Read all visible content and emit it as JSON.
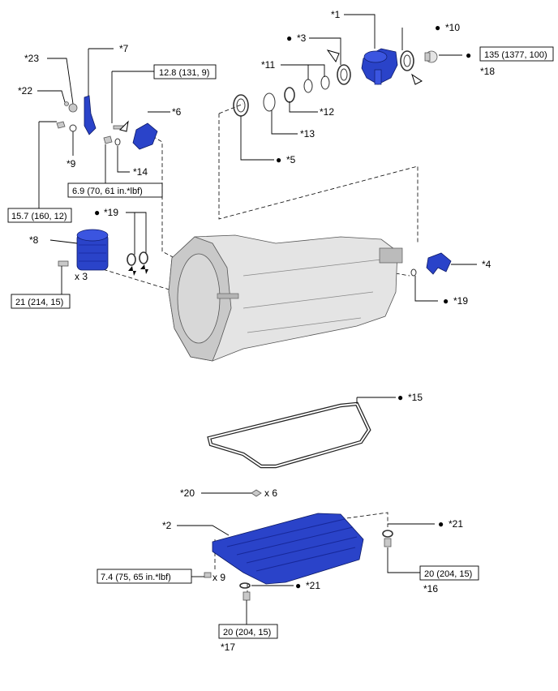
{
  "parts": {
    "p1": "*1",
    "p2": "*2",
    "p3": "*3",
    "p4": "*4",
    "p5": "*5",
    "p6": "*6",
    "p7": "*7",
    "p8": "*8",
    "p9": "*9",
    "p10": "*10",
    "p11": "*11",
    "p12": "*12",
    "p13": "*13",
    "p14": "*14",
    "p15": "*15",
    "p16": "*16",
    "p17": "*17",
    "p18": "*18",
    "p19a": "*19",
    "p19b": "*19",
    "p20": "*20",
    "p21a": "*21",
    "p21b": "*21",
    "p22": "*22",
    "p23": "*23"
  },
  "bullet": "●",
  "torques": {
    "t_12_8": "12.8 (131, 9)",
    "t_135": "135 (1377, 100)",
    "t_6_9": "6.9 (70, 61 in.*lbf)",
    "t_15_7": "15.7 (160, 12)",
    "t_21": "21 (214, 15)",
    "t_7_4": "7.4 (75, 65 in.*lbf)",
    "t_20a": "20 (204, 15)",
    "t_20b": "20 (204, 15)"
  },
  "quantities": {
    "x3": "x 3",
    "x6": "x 6",
    "x9": "x 9"
  },
  "colors": {
    "part_blue": "#2a43c9",
    "housing_grey": "#c9c9c9"
  }
}
